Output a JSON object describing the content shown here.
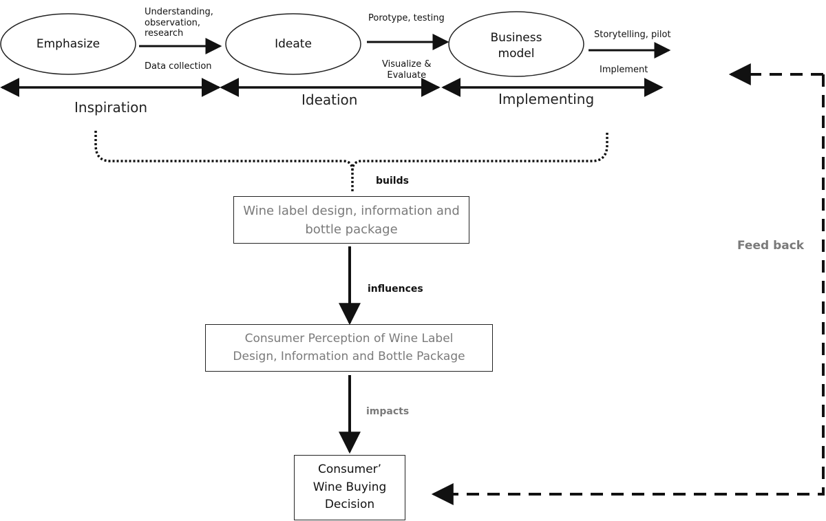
{
  "process": {
    "emphasize": "Emphasize",
    "ideate": "Ideate",
    "business_model": "Business\nmodel"
  },
  "arrows": {
    "understanding": "Understanding,\nobservation,\nresearch",
    "data_collection": "Data collection",
    "prototype": "Porotype, testing",
    "visualize": "Visualize &\nEvaluate",
    "storytelling": "Storytelling, pilot",
    "implement": "Implement"
  },
  "phases": {
    "inspiration": "Inspiration",
    "ideation": "Ideation",
    "implementing": "Implementing"
  },
  "flow": {
    "builds": "builds",
    "influences": "influences",
    "impacts": "impacts",
    "feedback": "Feed back"
  },
  "boxes": {
    "wine_label": "Wine label design, information and\nbottle package",
    "perception": "Consumer Perception of Wine Label\nDesign, Information and Bottle Package",
    "decision": "Consumer’\nWine Buying\nDecision"
  }
}
